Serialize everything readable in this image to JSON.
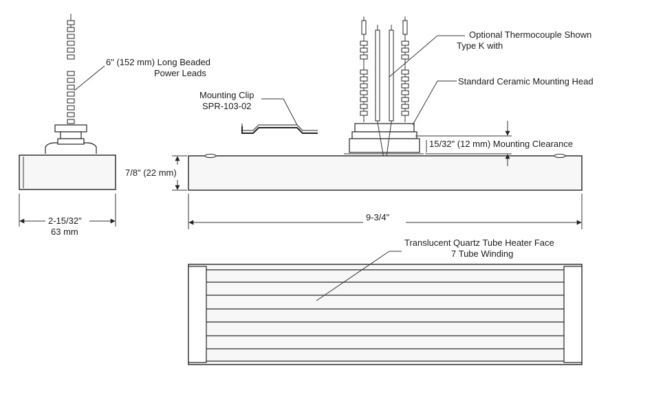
{
  "labels": {
    "power_leads_line1": "6\" (152 mm) Long  Beaded",
    "power_leads_line2": "Power Leads",
    "mounting_clip_line1": "Mounting Clip",
    "mounting_clip_line2": "SPR-103-02",
    "thermocouple_line1": "Optional Thermocouple Shown",
    "thermocouple_line2": "Type K with",
    "ceramic_head": "Standard Ceramic Mounting Head",
    "clearance": "15/32\" (12 mm) Mounting Clearance",
    "height": "7/8\" (22 mm)",
    "width_line1": "2-15/32\"",
    "width_line2": "63 mm",
    "length": "9-3/4\"",
    "heater_face_line1": "Translucent Quartz Tube Heater Face",
    "heater_face_line2": "7 Tube Winding"
  },
  "colors": {
    "line": "#2a2a2a",
    "text": "#1a1a1a",
    "fill": "#f7f7f7"
  }
}
